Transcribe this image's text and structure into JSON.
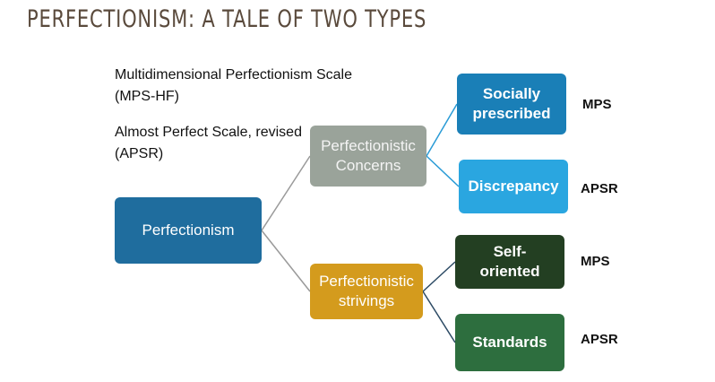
{
  "title": "PERFECTIONISM: A TALE OF TWO TYPES",
  "notes": {
    "scale1": "Multidimensional Perfectionism Scale (MPS-HF)",
    "scale2": "Almost Perfect Scale, revised (APSR)"
  },
  "nodes": {
    "root": "Perfectionism",
    "concerns": "Perfectionistic\nConcerns",
    "strivings": "Perfectionistic\nstrivings",
    "socially": "Socially\nprescribed",
    "discrepancy": "Discrepancy",
    "self": "Self-\noriented",
    "standards": "Standards"
  },
  "labels": {
    "socially": "MPS",
    "discrepancy": "APSR",
    "self": "MPS",
    "standards": "APSR"
  },
  "colors": {
    "title": "#5a4a3c",
    "root": "#1f6d9e",
    "concerns": "#9aa39a",
    "strivings": "#d49b1d",
    "socially": "#1a7fb7",
    "discrepancy": "#2aa6e0",
    "self": "#233f22",
    "standards": "#2d6e3e"
  }
}
